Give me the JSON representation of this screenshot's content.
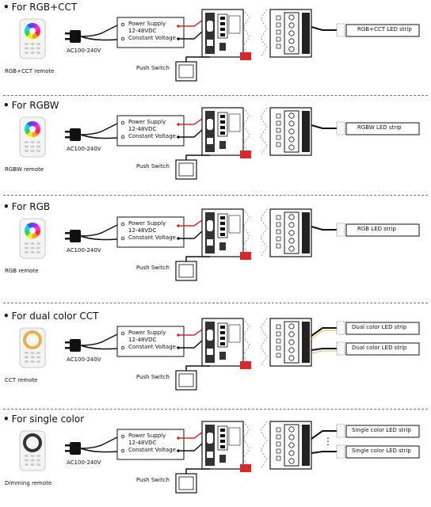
{
  "sections": [
    {
      "title": "For RGB+CCT",
      "remote_label": "RGB+CCT remote",
      "remote_type": "color-wheel",
      "power_supply": [
        "Power Supply",
        "12-48VDC",
        "Constant Voltage"
      ],
      "ac_label": "AC100-240V",
      "push_switch_label": "Push Switch",
      "strips": [
        "RGB+CCT LED strip"
      ]
    },
    {
      "title": "For RGBW",
      "remote_label": "RGBW remote",
      "remote_type": "color-wheel",
      "power_supply": [
        "Power Supply",
        "12-48VDC",
        "Constant Voltage"
      ],
      "ac_label": "AC100-240V",
      "push_switch_label": "Push Switch",
      "strips": [
        "RGBW LED strip"
      ]
    },
    {
      "title": "For RGB",
      "remote_label": "RGB remote",
      "remote_type": "color-wheel",
      "power_supply": [
        "Power Supply",
        "12-48VDC",
        "Constant Voltage"
      ],
      "ac_label": "AC100-240V",
      "push_switch_label": "Push Switch",
      "strips": [
        "RGB LED strip"
      ]
    },
    {
      "title": "For dual color CCT",
      "remote_label": "CCT remote",
      "remote_type": "cct-wheel",
      "power_supply": [
        "Power Supply",
        "12-48VDC",
        "Constant Voltage"
      ],
      "ac_label": "AC100-240V",
      "push_switch_label": "Push Switch",
      "strips": [
        "Dual color LED strip",
        "Dual color LED strip"
      ]
    },
    {
      "title": "For single color",
      "remote_label": "Dimming remote",
      "remote_type": "dim-wheel",
      "power_supply": [
        "Power Supply",
        "12-48VDC",
        "Constant Voltage"
      ],
      "ac_label": "AC100-240V",
      "push_switch_label": "Push Switch",
      "strips": [
        "Single color LED strip",
        "Single color LED strip"
      ],
      "ellipsis": "⋮"
    }
  ],
  "colors": {
    "wire_black": "#111111",
    "wire_red": "#d8282a",
    "dip_red": "#d8282a",
    "cct_amber": "#e8b24a"
  },
  "icons": [
    "plug-icon",
    "remote-icon",
    "push-switch-icon",
    "controller-icon",
    "receiver-icon",
    "led-strip-icon"
  ]
}
